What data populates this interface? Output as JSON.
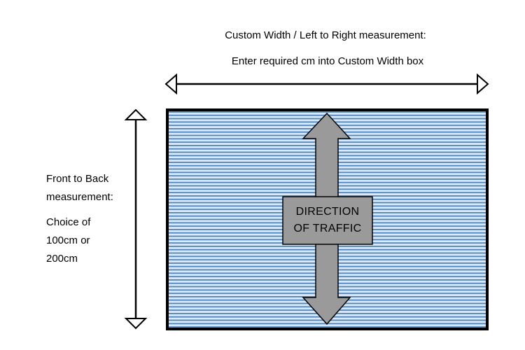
{
  "width": {
    "title": "Custom Width / Left to Right measurement:",
    "instruction": "Enter required cm into Custom Width box"
  },
  "depth": {
    "title_line1": "Front to Back",
    "title_line2": "measurement:",
    "choice_line1": "Choice of",
    "choice_line2": "100cm or",
    "choice_line3": "200cm"
  },
  "traffic": {
    "line1": "DIRECTION",
    "line2": "OF TRAFFIC"
  },
  "colors": {
    "stripe_blue": "#4a86c5",
    "stripe_light": "#dce9f6",
    "arrow_gray": "#9a9a9a",
    "border": "#000000"
  }
}
